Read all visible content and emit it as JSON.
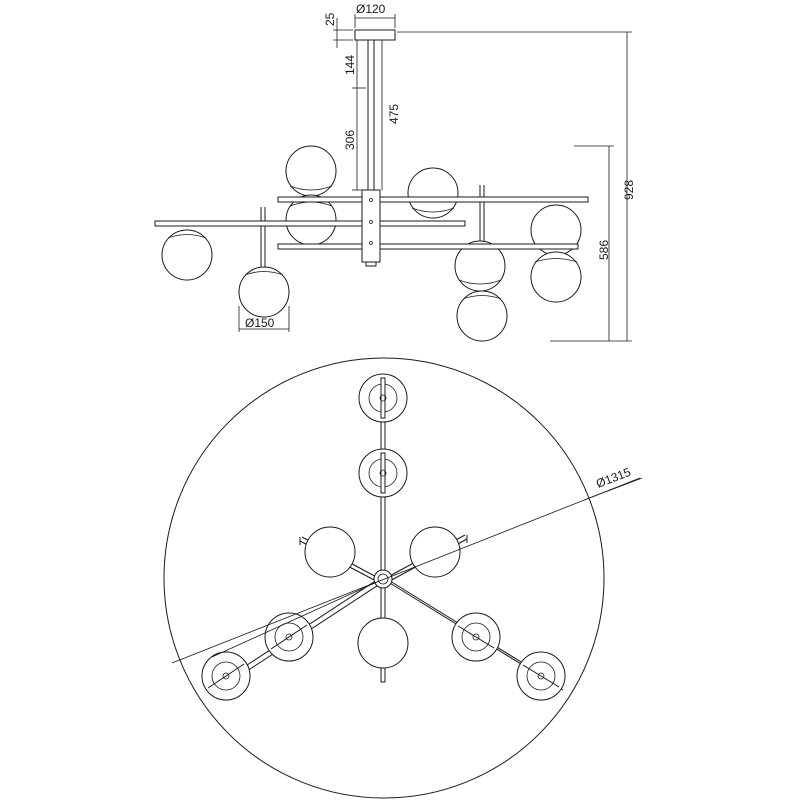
{
  "dimensions": {
    "canopy_diameter": "Ø120",
    "canopy_height": "25",
    "rod_upper": "144",
    "rod_lower": "306",
    "rod_total": "475",
    "total_height": "928",
    "body_height": "586",
    "globe_diameter": "Ø150",
    "overall_diameter": "Ø1315"
  }
}
